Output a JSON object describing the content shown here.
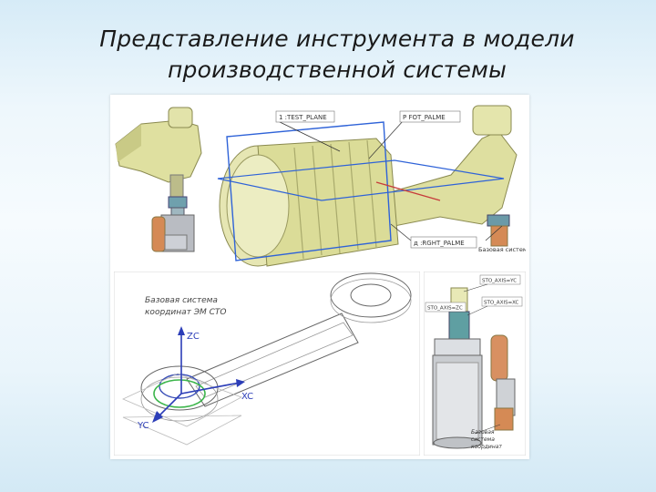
{
  "slide": {
    "title_line1": "Представление инструмента в модели",
    "title_line2": "производственной системы"
  },
  "panel_top": {
    "label_plane1": "1 :TEST_PLANE",
    "label_plane2": "P FOT_PALME",
    "label_plane3": "д :RGHT_PALME",
    "label_base": "Базовая система координат"
  },
  "panel_bottom_left": {
    "caption_line1": "Базовая система",
    "caption_line2": "координат ЭМ СТО",
    "axis_z": "ZC",
    "axis_x": "XC",
    "axis_y": "YC"
  },
  "panel_bottom_right": {
    "label_axis1": "STO_AXIS=YC",
    "label_axis2": "STO_AXIS=ZC",
    "label_axis3": "STO_AXIS=XC",
    "caption_line1": "Базовая",
    "caption_line2": "система",
    "caption_line3": "координат"
  }
}
